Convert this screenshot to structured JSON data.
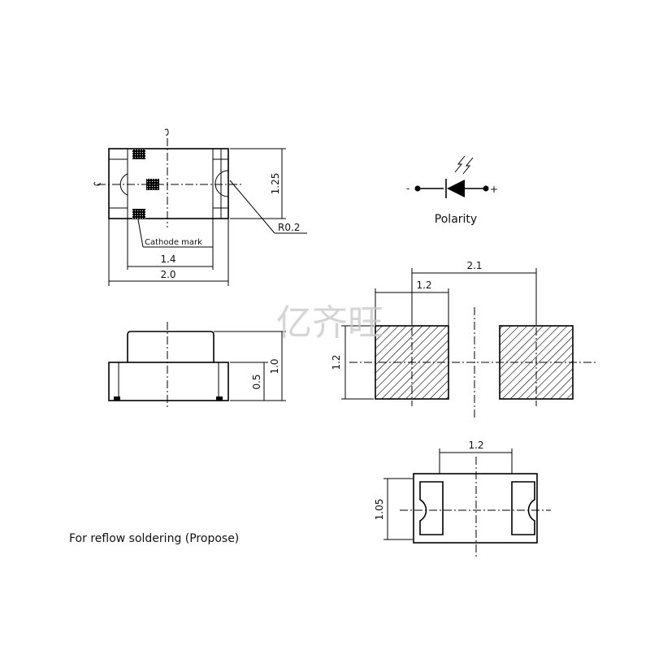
{
  "top_view": {
    "dim_length": "2.0",
    "dim_inner": "1.4",
    "dim_width": "1.25",
    "corner_radius": "R0.2",
    "cathode_label": "Cathode mark"
  },
  "side_view": {
    "dim_total_height": "1.0",
    "dim_base_height": "0.5"
  },
  "polarity": {
    "label": "Polarity",
    "minus": "-",
    "plus": "+"
  },
  "footprint": {
    "dim_pitch": "2.1",
    "dim_pad_width": "1.2",
    "dim_pad_height": "1.2"
  },
  "bottom_view": {
    "dim_pad_spacing": "1.2",
    "dim_height": "1.05"
  },
  "note": "For reflow soldering (Propose)",
  "watermark": "亿齐旺"
}
